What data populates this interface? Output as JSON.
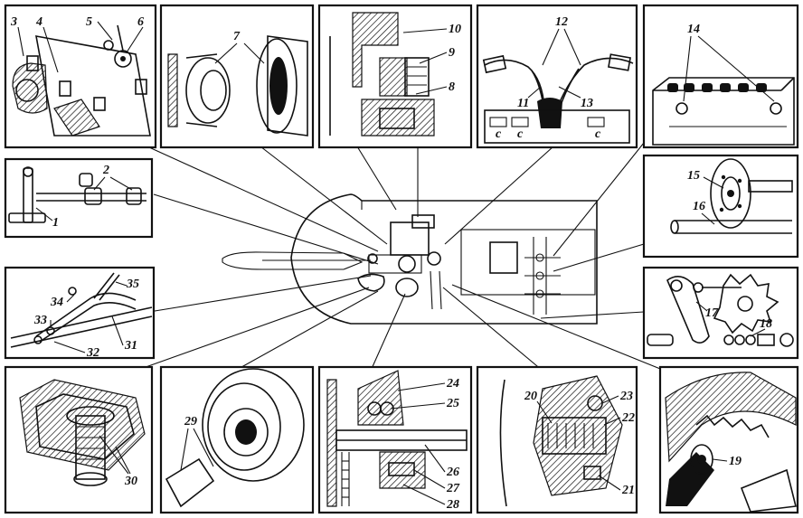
{
  "callouts": [
    {
      "id": "3",
      "text": "3"
    },
    {
      "id": "4",
      "text": "4"
    },
    {
      "id": "5",
      "text": "5"
    },
    {
      "id": "6",
      "text": "6"
    },
    {
      "id": "7",
      "text": "7"
    },
    {
      "id": "10",
      "text": "10"
    },
    {
      "id": "9",
      "text": "9"
    },
    {
      "id": "8",
      "text": "8"
    },
    {
      "id": "12",
      "text": "12"
    },
    {
      "id": "11",
      "text": "11"
    },
    {
      "id": "13",
      "text": "13"
    },
    {
      "id": "14",
      "text": "14"
    },
    {
      "id": "2",
      "text": "2"
    },
    {
      "id": "1",
      "text": "1"
    },
    {
      "id": "15",
      "text": "15"
    },
    {
      "id": "16",
      "text": "16"
    },
    {
      "id": "35",
      "text": "35"
    },
    {
      "id": "34",
      "text": "34"
    },
    {
      "id": "33",
      "text": "33"
    },
    {
      "id": "31",
      "text": "31"
    },
    {
      "id": "32",
      "text": "32"
    },
    {
      "id": "17",
      "text": "17"
    },
    {
      "id": "18",
      "text": "18"
    },
    {
      "id": "30",
      "text": "30"
    },
    {
      "id": "29",
      "text": "29"
    },
    {
      "id": "24",
      "text": "24"
    },
    {
      "id": "25",
      "text": "25"
    },
    {
      "id": "26",
      "text": "26"
    },
    {
      "id": "27",
      "text": "27"
    },
    {
      "id": "28",
      "text": "28"
    },
    {
      "id": "20",
      "text": "20"
    },
    {
      "id": "23",
      "text": "23"
    },
    {
      "id": "22",
      "text": "22"
    },
    {
      "id": "21",
      "text": "21"
    },
    {
      "id": "19",
      "text": "19"
    }
  ],
  "dash_letters": [
    "c",
    "c",
    "c"
  ],
  "icons": {
    "battery": "battery-icon",
    "engine": "engine-icon",
    "gear": "gear-icon",
    "motorcycle": "motorcycle-outline-icon"
  }
}
